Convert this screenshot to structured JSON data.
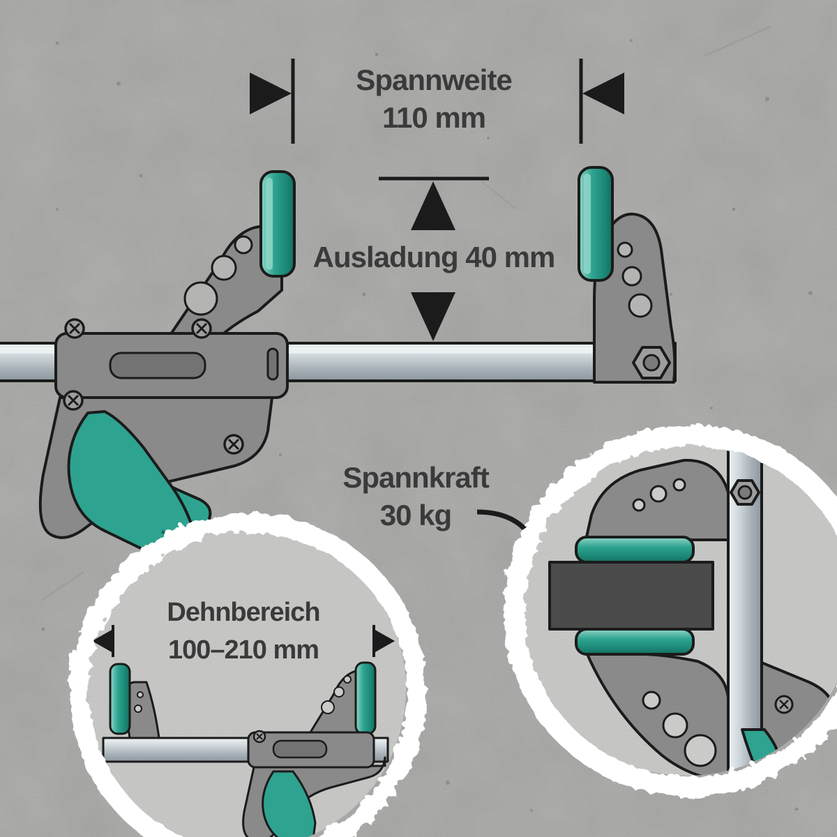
{
  "annotations": {
    "spannweite": {
      "label": "Spannweite",
      "value": "110 mm"
    },
    "ausladung": {
      "label": "Ausladung 40 mm"
    },
    "spannkraft": {
      "label": "Spannkraft",
      "value": "30 kg"
    },
    "dehnbereich": {
      "label": "Dehnbereich",
      "value": "100–210 mm"
    }
  },
  "colors": {
    "accent_teal": "#2ea390",
    "teal_dark": "#156e5f",
    "teal_light": "#8fd6c8",
    "clamp_gray": "#8a8a8a",
    "outline": "#1b1b1b",
    "text": "#3a3a3a",
    "background_concrete": "#b3b3b1",
    "inset_concrete": "#cacac8",
    "rim_white": "#ffffff",
    "workpiece_gray": "#4b4b4b",
    "rail_steel": "#cdd5da"
  },
  "icons": {
    "dimension_arrow_left": "◀",
    "dimension_arrow_right": "▶",
    "dimension_arrow_up": "▲",
    "dimension_arrow_down": "▼",
    "screw_cross": "✕",
    "hex_bolt": "⬡"
  }
}
